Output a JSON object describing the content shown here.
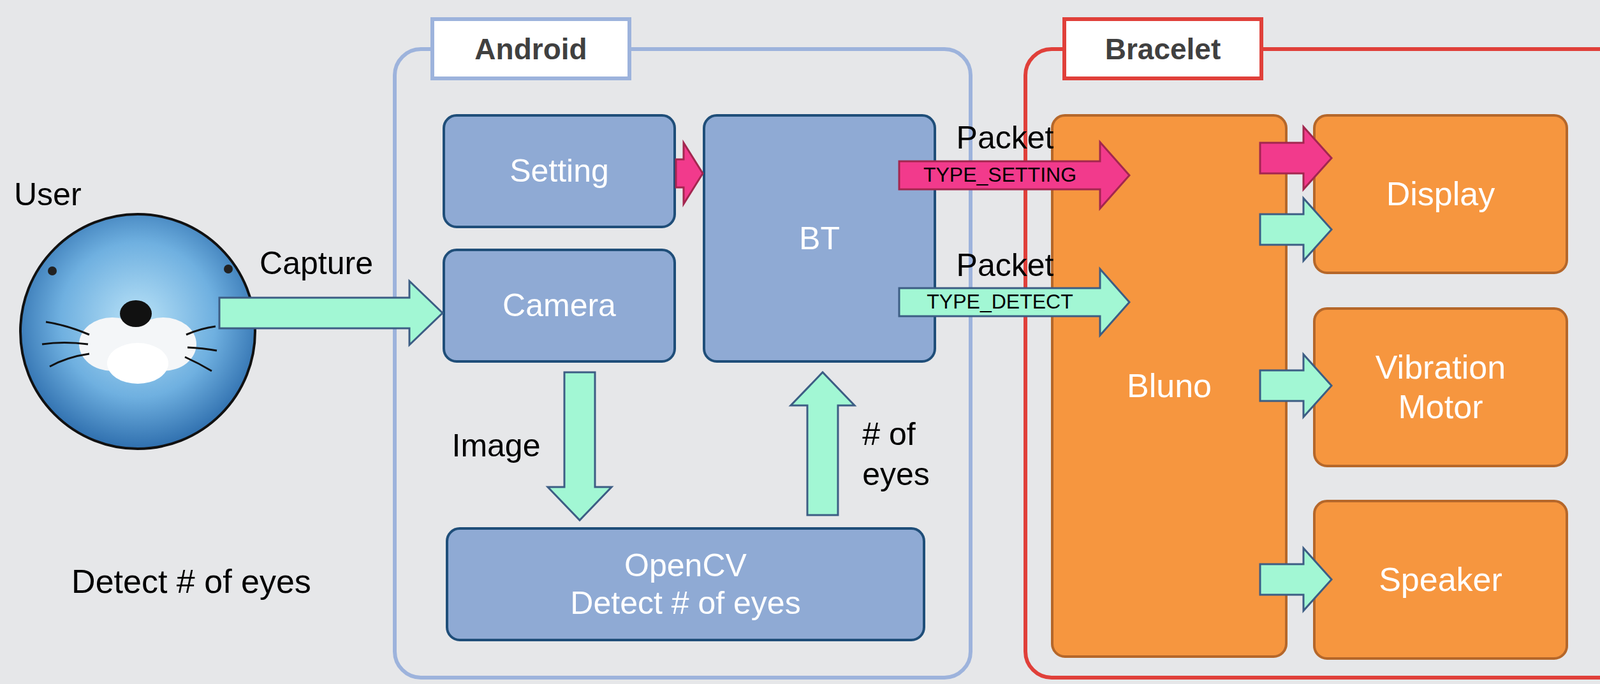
{
  "diagram": {
    "nodes": [
      {
        "text": [
          "User"
        ]
      },
      {
        "text": [
          "Android"
        ]
      },
      {
        "text": [
          "Setting"
        ],
        "in": 1
      },
      {
        "text": [
          "Camera"
        ],
        "in": 1
      },
      {
        "text": [
          "BT"
        ],
        "in": 1
      },
      {
        "text": [
          "OpenCV Detect # of eyes"
        ],
        "in": 1
      },
      {
        "text": [
          "Bracelet"
        ]
      },
      {
        "text": [
          "Bluno"
        ],
        "in": 6
      },
      {
        "text": [
          "Display"
        ],
        "in": 6
      },
      {
        "text": [
          "Vibration Motor"
        ],
        "in": 6
      },
      {
        "text": [
          "Speaker"
        ],
        "in": 6
      }
    ],
    "edges": [
      {
        "from": 0,
        "to": 3,
        "label": "Capture",
        "arrow": "to"
      },
      {
        "from": 2,
        "to": 4,
        "arrow": "to"
      },
      {
        "from": 3,
        "to": 5,
        "label": "Image",
        "arrow": "to"
      },
      {
        "from": 5,
        "to": 4,
        "label": "# of eyes",
        "arrow": "to"
      },
      {
        "from": 4,
        "to": 7,
        "label": "TYPE_SETTING",
        "arrow": "to"
      },
      {
        "from": 4,
        "to": 7,
        "label": "TYPE_DETECT",
        "arrow": "to"
      },
      {
        "from": 7,
        "to": 8,
        "arrow": "to"
      },
      {
        "from": 7,
        "to": 8,
        "arrow": "to"
      },
      {
        "from": 7,
        "to": 9,
        "arrow": "to"
      },
      {
        "from": 7,
        "to": 10,
        "arrow": "to"
      }
    ],
    "labels": [
      "Packet",
      "Packet",
      "Detect # of eyes"
    ]
  }
}
